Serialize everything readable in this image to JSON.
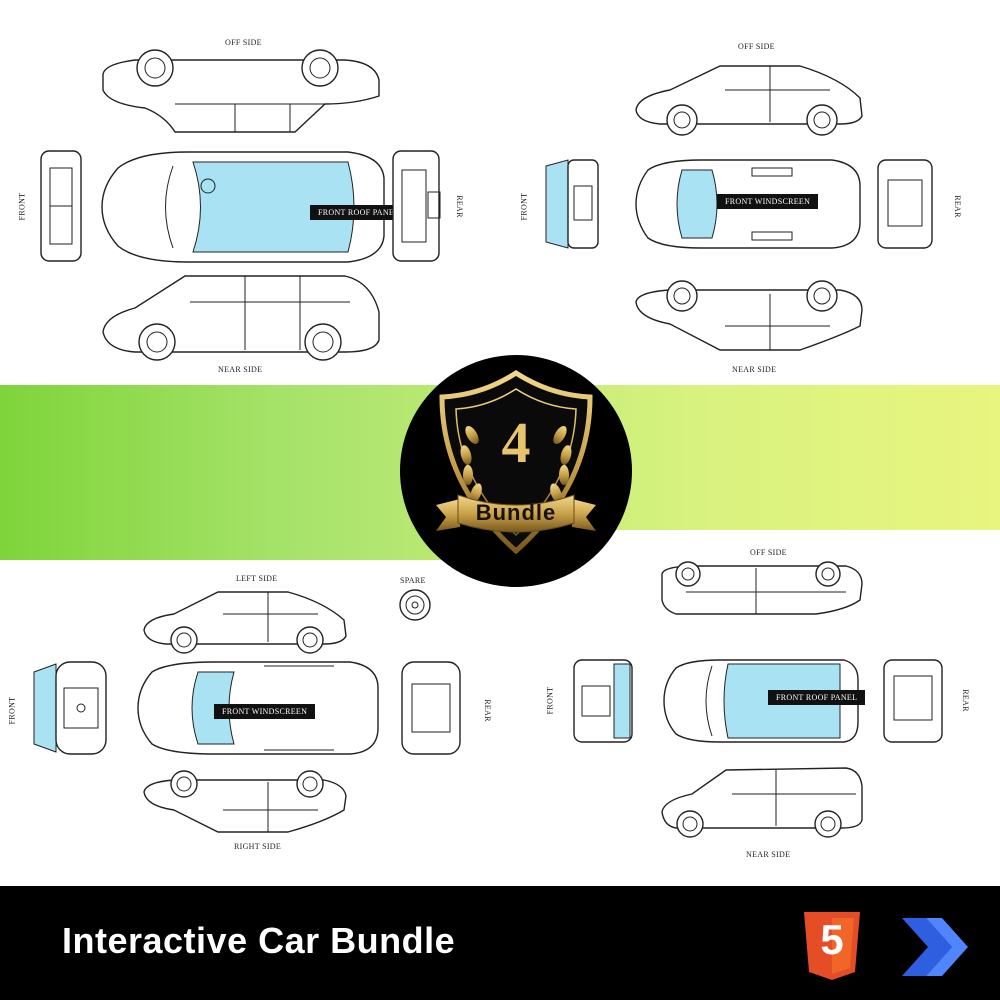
{
  "footer": {
    "title": "Interactive Car Bundle"
  },
  "badge": {
    "number": "4",
    "ribbon_text": "Bundle"
  },
  "html5": {
    "glyph": "5"
  },
  "diagrams": {
    "estate": {
      "top": "OFF SIDE",
      "bottom": "NEAR SIDE",
      "left": "FRONT",
      "right": "REAR",
      "tag": "FRONT ROOF PANEL"
    },
    "sports": {
      "top": "OFF SIDE",
      "bottom": "NEAR SIDE",
      "left": "FRONT",
      "right": "REAR",
      "tag": "FRONT WINDSCREEN"
    },
    "saloon": {
      "top": "LEFT SIDE",
      "spare": "SPARE",
      "bottom": "RIGHT SIDE",
      "left": "FRONT",
      "right": "REAR",
      "tag": "FRONT WINDSCREEN"
    },
    "van": {
      "top": "OFF SIDE",
      "bottom": "NEAR SIDE",
      "left": "FRONT",
      "right": "REAR",
      "tag": "FRONT ROOF PANEL"
    }
  },
  "colors": {
    "highlight": "#a9e2f2",
    "band_start": "#7fd43a",
    "band_end": "#e8f57f",
    "footer_bg": "#000000",
    "badge_gold": "#c9a24a",
    "html5_orange": "#e44d26",
    "arrow_blue": "#2f5fe0"
  }
}
